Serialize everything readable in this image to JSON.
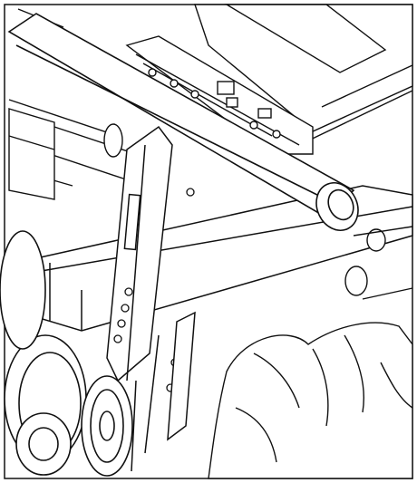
{
  "figure": {
    "background": "#ffffff",
    "ink": "#111111",
    "shade": "#cfcfcf",
    "parts": [
      "outer-border",
      "tube-upper",
      "crossbar-main",
      "crossbar-lower",
      "upright-left-bracket",
      "upright-right-bracket",
      "slide-mechanism",
      "wheel-left",
      "wheel-center",
      "tire-left",
      "bolt-holes",
      "rear-panel",
      "cloth-tarp",
      "bushing-ring"
    ]
  }
}
